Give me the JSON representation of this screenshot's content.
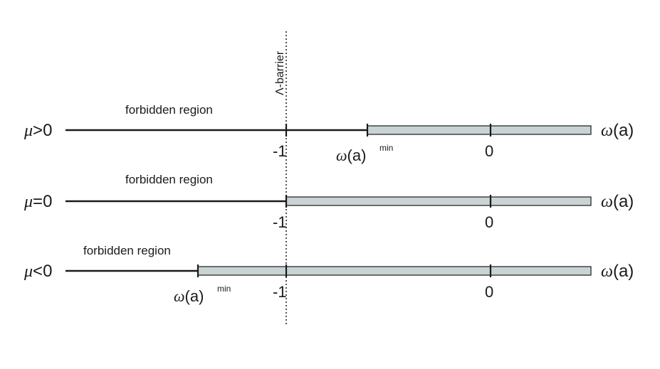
{
  "barrier_label": "Λ-barrier",
  "rows": [
    {
      "mu_symbol": "μ",
      "mu_relation": ">0",
      "forbidden_label": "forbidden region",
      "axis_symbol": "ω",
      "axis_arg": "(a)",
      "tick_minus_one": "-1",
      "tick_zero": "0",
      "min_symbol": "ω",
      "min_arg": "(a)",
      "min_sup": "min"
    },
    {
      "mu_symbol": "μ",
      "mu_relation": "=0",
      "forbidden_label": "forbidden region",
      "axis_symbol": "ω",
      "axis_arg": "(a)",
      "tick_minus_one": "-1",
      "tick_zero": "0"
    },
    {
      "mu_symbol": "μ",
      "mu_relation": "<0",
      "forbidden_label": "forbidden region",
      "axis_symbol": "ω",
      "axis_arg": "(a)",
      "tick_minus_one": "-1",
      "tick_zero": "0",
      "min_symbol": "ω",
      "min_arg": "(a)",
      "min_sup": "min"
    }
  ],
  "colors": {
    "allowed_fill": "#c9d3d3",
    "line": "#1a1a1a"
  }
}
